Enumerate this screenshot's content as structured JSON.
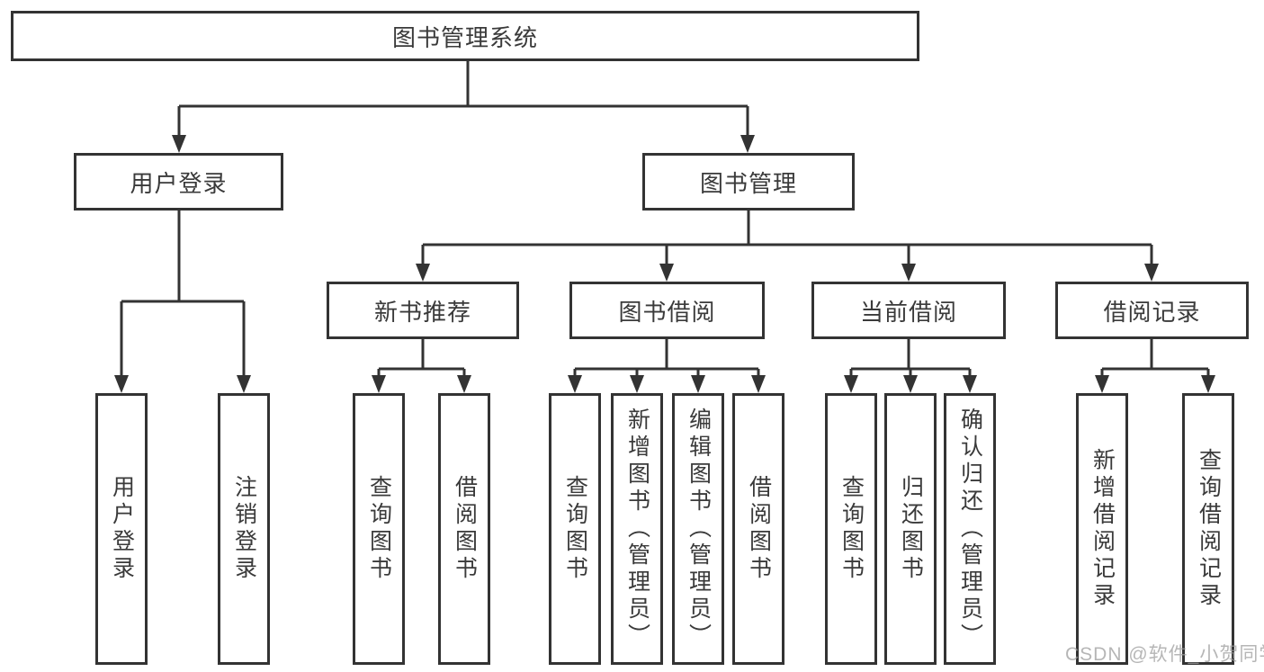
{
  "diagram_type": "hierarchy-tree",
  "colors": {
    "line": "#333333",
    "node_border": "#333333",
    "node_text": "#3a3a3a",
    "background": "#ffffff",
    "watermark": "#9e9e9e"
  },
  "tree": {
    "label": "图书管理系统",
    "children": [
      {
        "label": "用户登录",
        "children": [
          {
            "label": "用户登录"
          },
          {
            "label": "注销登录"
          }
        ]
      },
      {
        "label": "图书管理",
        "children": [
          {
            "label": "新书推荐",
            "children": [
              {
                "label": "查询图书"
              },
              {
                "label": "借阅图书"
              }
            ]
          },
          {
            "label": "图书借阅",
            "children": [
              {
                "label": "查询图书"
              },
              {
                "label": "新增图书（管理员）"
              },
              {
                "label": "编辑图书（管理员）"
              },
              {
                "label": "借阅图书"
              }
            ]
          },
          {
            "label": "当前借阅",
            "children": [
              {
                "label": "查询图书"
              },
              {
                "label": "归还图书"
              },
              {
                "label": "确认归还（管理员）"
              }
            ]
          },
          {
            "label": "借阅记录",
            "children": [
              {
                "label": "新增借阅记录"
              },
              {
                "label": "查询借阅记录"
              }
            ]
          }
        ]
      }
    ]
  },
  "watermark": {
    "text": "CSDN @软件_小贺同学"
  }
}
